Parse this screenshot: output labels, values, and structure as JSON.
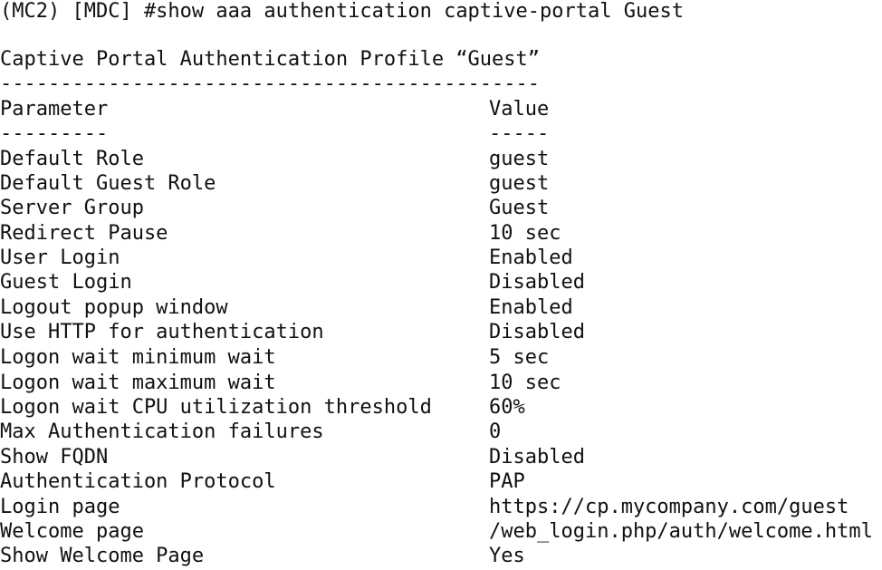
{
  "command_line": "(MC2) [MDC] #show aaa authentication captive-portal Guest",
  "profile_title": "Captive Portal Authentication Profile “Guest”",
  "separator_full": "---------------------------------------------",
  "columns": {
    "parameter": "Parameter",
    "value": "Value",
    "parameter_underline": "---------",
    "value_underline": "-----"
  },
  "rows": [
    {
      "parameter": "Default Role",
      "value": "guest"
    },
    {
      "parameter": "Default Guest Role",
      "value": "guest"
    },
    {
      "parameter": "Server Group",
      "value": "Guest"
    },
    {
      "parameter": "Redirect Pause",
      "value": "10 sec"
    },
    {
      "parameter": "User Login",
      "value": "Enabled"
    },
    {
      "parameter": "Guest Login",
      "value": "Disabled"
    },
    {
      "parameter": "Logout popup window",
      "value": "Enabled"
    },
    {
      "parameter": "Use HTTP for authentication",
      "value": "Disabled"
    },
    {
      "parameter": "Logon wait minimum wait",
      "value": "5 sec"
    },
    {
      "parameter": "Logon wait maximum wait",
      "value": "10 sec"
    },
    {
      "parameter": "Logon wait CPU utilization threshold",
      "value": "60%"
    },
    {
      "parameter": "Max Authentication failures",
      "value": "0"
    },
    {
      "parameter": "Show FQDN",
      "value": "Disabled"
    },
    {
      "parameter": "Authentication Protocol",
      "value": "PAP"
    },
    {
      "parameter": "Login page",
      "value": "https://cp.mycompany.com/guest"
    },
    {
      "parameter": "Welcome page",
      "value": "/web_login.php/auth/welcome.html"
    },
    {
      "parameter": "Show Welcome Page",
      "value": "Yes"
    }
  ]
}
